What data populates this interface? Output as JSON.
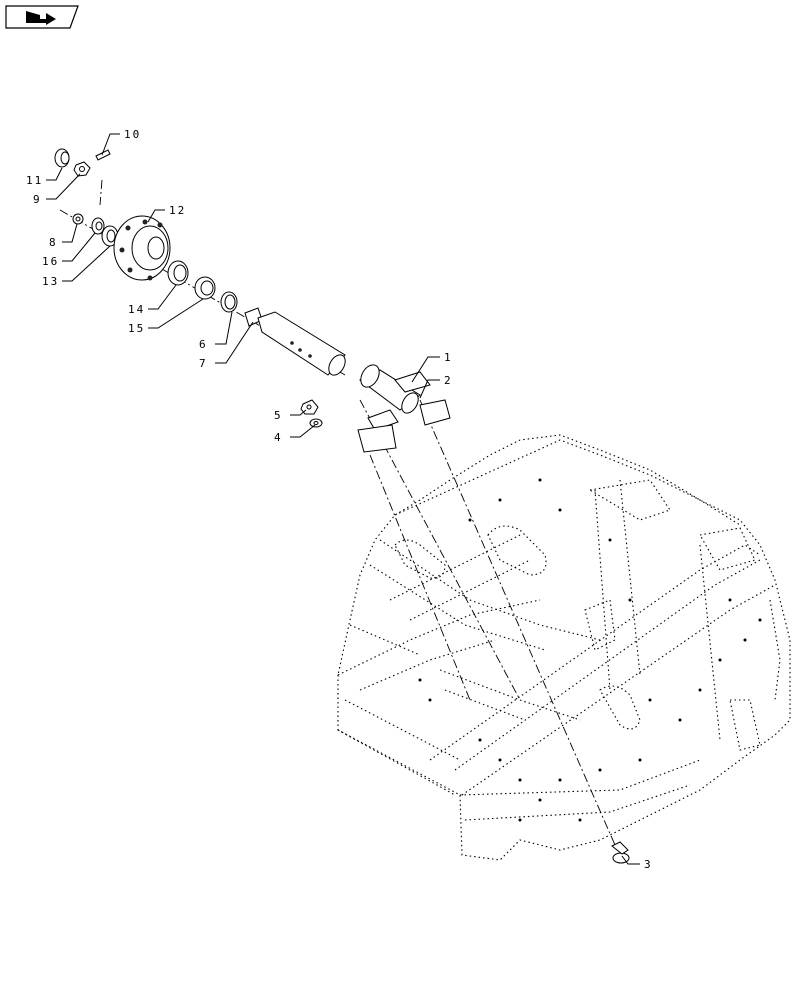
{
  "nav_icon": {
    "name": "back-arrow-icon"
  },
  "callouts": [
    {
      "id": "c1",
      "label": "1"
    },
    {
      "id": "c2",
      "label": "2"
    },
    {
      "id": "c3",
      "label": "3"
    },
    {
      "id": "c4",
      "label": "4"
    },
    {
      "id": "c5",
      "label": "5"
    },
    {
      "id": "c6",
      "label": "6"
    },
    {
      "id": "c7",
      "label": "7"
    },
    {
      "id": "c8",
      "label": "8"
    },
    {
      "id": "c9",
      "label": "9"
    },
    {
      "id": "c10",
      "label": "10"
    },
    {
      "id": "c11",
      "label": "11"
    },
    {
      "id": "c12",
      "label": "12"
    },
    {
      "id": "c13",
      "label": "13"
    },
    {
      "id": "c14",
      "label": "14"
    },
    {
      "id": "c15",
      "label": "15"
    },
    {
      "id": "c16",
      "label": "16"
    }
  ]
}
